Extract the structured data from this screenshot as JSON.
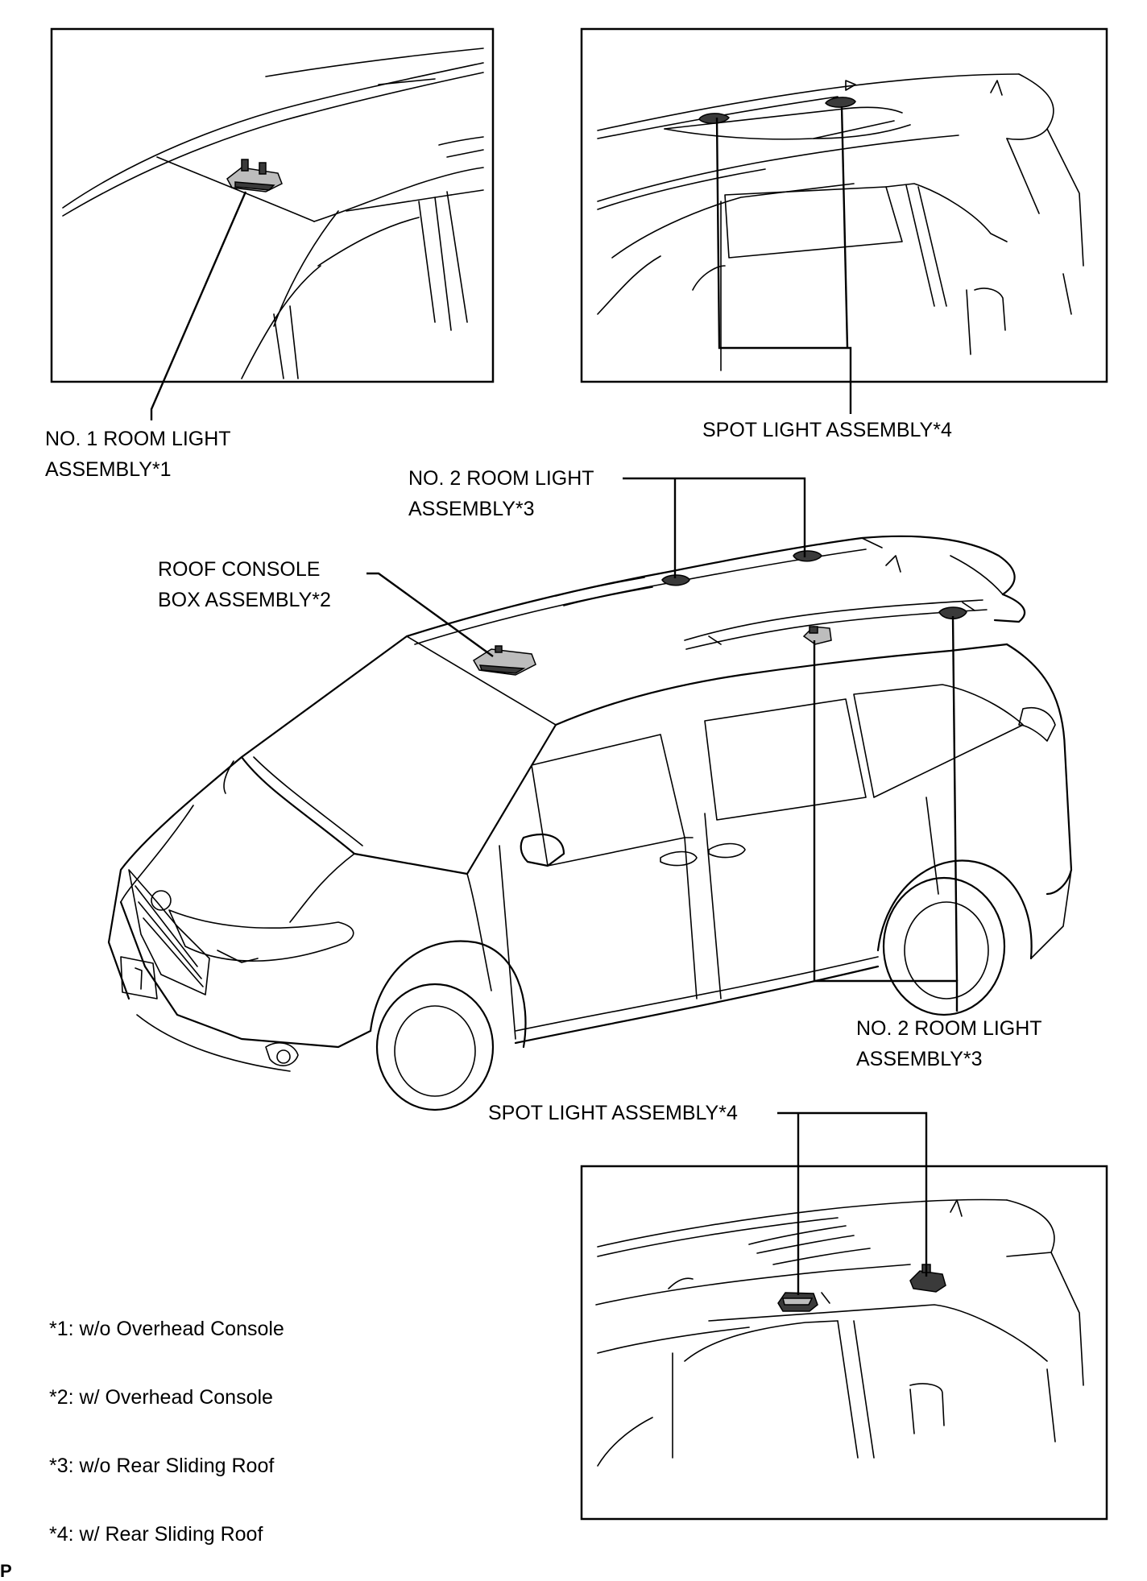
{
  "labels": {
    "no1_room_light_line1": "NO. 1 ROOM LIGHT",
    "no1_room_light_line2": "ASSEMBLY*1",
    "spot_light_top": "SPOT LIGHT ASSEMBLY*4",
    "no2_room_light_top_line1": "NO. 2 ROOM LIGHT",
    "no2_room_light_top_line2": "ASSEMBLY*3",
    "roof_console_line1": "ROOF CONSOLE",
    "roof_console_line2": "BOX ASSEMBLY*2",
    "no2_room_light_bottom_line1": "NO. 2 ROOM LIGHT",
    "no2_room_light_bottom_line2": "ASSEMBLY*3",
    "spot_light_bottom": "SPOT LIGHT ASSEMBLY*4"
  },
  "notes": [
    "*1: w/o Overhead Console",
    "*2: w/ Overhead Console",
    "*3: w/o Rear Sliding Roof",
    "*4: w/ Rear Sliding Roof"
  ],
  "corner_mark": "P"
}
